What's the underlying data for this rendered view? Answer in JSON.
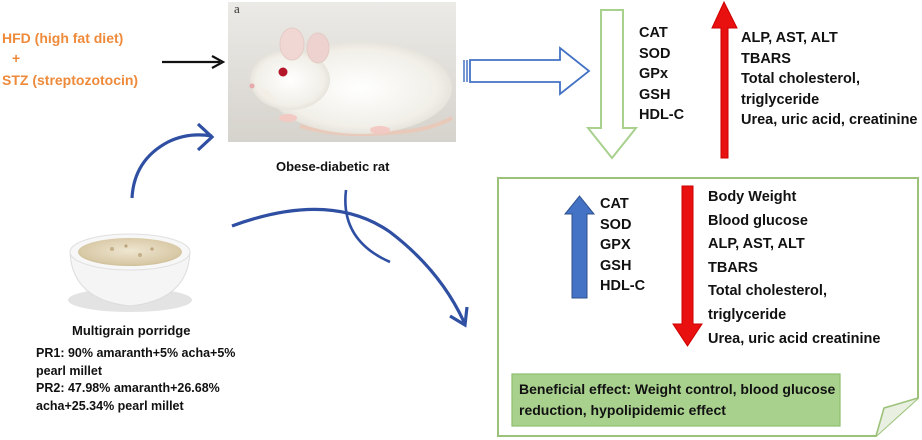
{
  "inputs": {
    "hfd": "HFD (high fat diet)",
    "plus": "+",
    "stz": "STZ (streptozotocin)"
  },
  "rat": {
    "panel_letter": "a",
    "caption": "Obese-diabetic rat"
  },
  "porridge": {
    "title": "Multigrain porridge",
    "pr1_line1": "PR1: 90% amaranth+5% acha+5%",
    "pr1_line2": "pearl millet",
    "pr2_line1": "PR2: 47.98% amaranth+26.68%",
    "pr2_line2": "acha+25.34% pearl millet"
  },
  "diabetic_effects": {
    "decreased": [
      "CAT",
      "SOD",
      "GPx",
      "GSH",
      "HDL-C"
    ],
    "increased": [
      "ALP, AST, ALT",
      "TBARS",
      "Total cholesterol,",
      "triglyceride",
      "Urea, uric acid, creatinine"
    ]
  },
  "treatment_effects": {
    "increased": [
      "CAT",
      "SOD",
      "GPX",
      "GSH",
      "HDL-C"
    ],
    "decreased": [
      "Body Weight",
      "Blood glucose",
      "ALP, AST, ALT",
      "TBARS",
      "Total cholesterol,",
      "triglyceride",
      "Urea, uric acid creatinine"
    ],
    "beneficial_line1": "Beneficial effect: Weight control, blood glucose",
    "beneficial_line2": "reduction, hypolipidemic effect"
  },
  "colors": {
    "orange_text": "#ee8a3a",
    "green_border": "#9cc27a",
    "green_fill": "#a9d18e",
    "red_arrow": "#e8110f",
    "blue_arrow": "#4472c4",
    "curve_blue": "#2f4fa3",
    "outline_blue": "#4472c4"
  },
  "icons": [
    "rat-photo",
    "porridge-bowl-photo"
  ]
}
